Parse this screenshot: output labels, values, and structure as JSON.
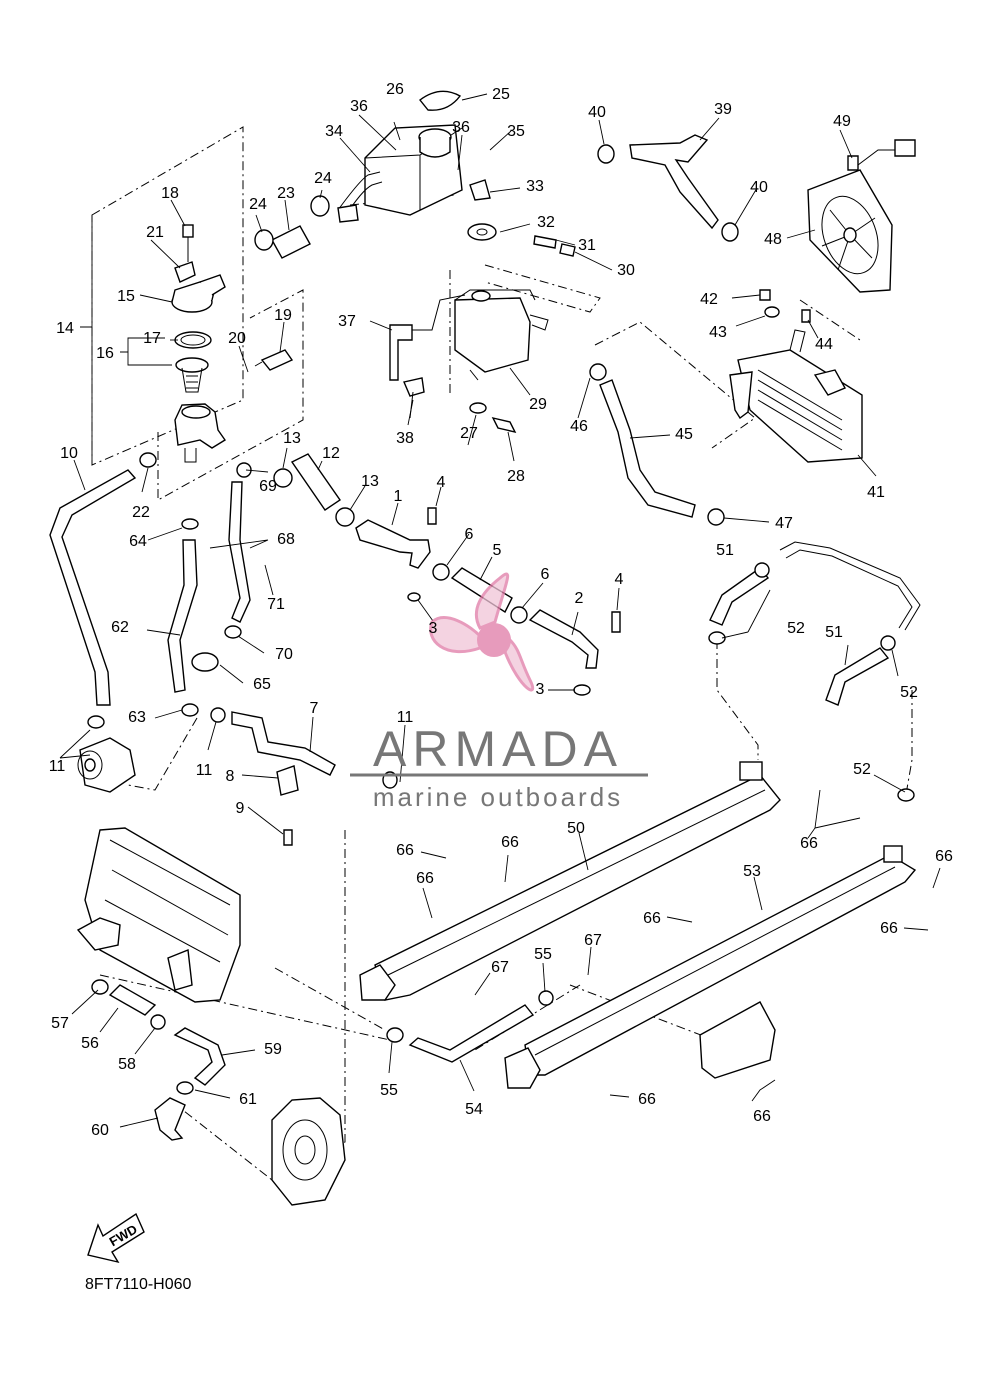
{
  "diagram": {
    "reference_code": "8FT7110-H060",
    "fwd_label": "FWD",
    "watermark": {
      "brand": "ARMADA",
      "tagline": "marine outboards"
    },
    "callouts": [
      "1",
      "2",
      "3",
      "3",
      "4",
      "4",
      "5",
      "6",
      "6",
      "7",
      "8",
      "9",
      "10",
      "11",
      "11",
      "11",
      "12",
      "13",
      "13",
      "14",
      "15",
      "16",
      "17",
      "18",
      "19",
      "20",
      "21",
      "22",
      "23",
      "24",
      "24",
      "25",
      "26",
      "27",
      "28",
      "29",
      "30",
      "31",
      "32",
      "33",
      "34",
      "35",
      "36",
      "36",
      "37",
      "38",
      "39",
      "40",
      "40",
      "41",
      "42",
      "43",
      "44",
      "45",
      "46",
      "47",
      "48",
      "49",
      "50",
      "51",
      "51",
      "52",
      "52",
      "52",
      "53",
      "54",
      "55",
      "55",
      "56",
      "57",
      "58",
      "59",
      "60",
      "61",
      "62",
      "63",
      "64",
      "65",
      "66",
      "66",
      "66",
      "66",
      "66",
      "66",
      "66",
      "66",
      "66",
      "66",
      "67",
      "67",
      "68",
      "69",
      "70",
      "71"
    ]
  }
}
